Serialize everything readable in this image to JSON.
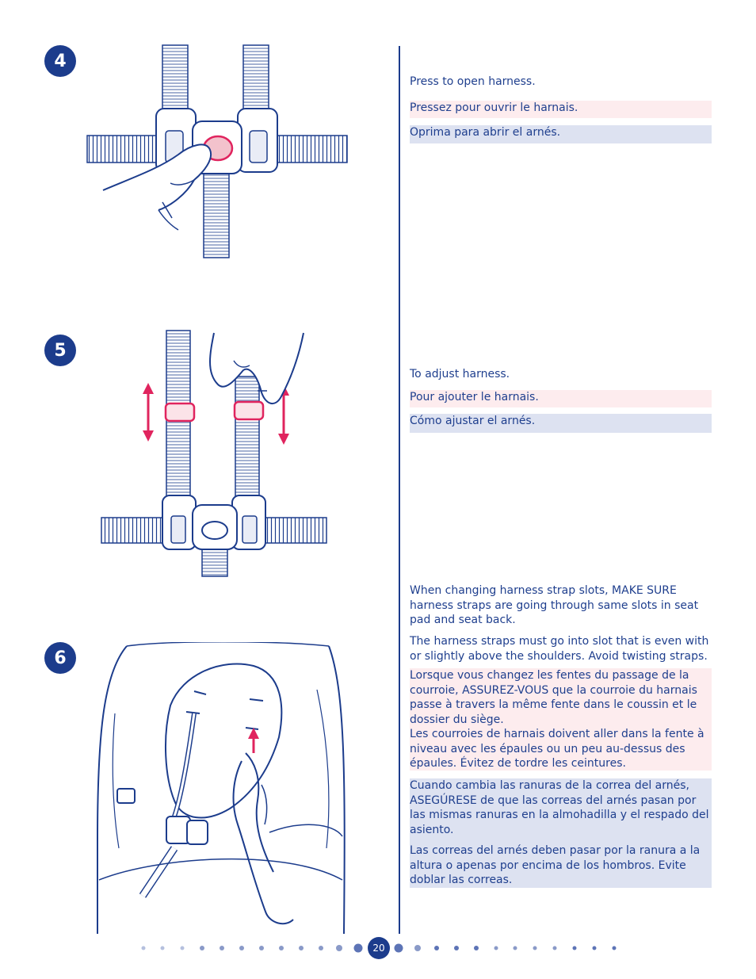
{
  "steps": [
    {
      "number": "4",
      "en": "Press to open harness.",
      "fr": "Pressez pour ouvrir le harnais.",
      "es": "Oprima para abrir el arnés."
    },
    {
      "number": "5",
      "en": "To adjust harness.",
      "fr": "Pour ajouter le harnais.",
      "es": "Cómo ajustar el arnés."
    },
    {
      "number": "6",
      "en_1": "When changing harness strap slots, MAKE SURE harness straps are going through same slots in seat pad and seat back.",
      "en_2": "The harness straps must go into slot that is even with or slightly above the shoulders. Avoid twisting straps.",
      "fr_1": "Lorsque vous changez les fentes du passage de la courroie, ASSUREZ-VOUS que la courroie du harnais passe à travers la même fente dans le coussin et le dossier du siège.",
      "fr_2": "Les courroies de harnais doivent aller dans la fente à niveau avec les épaules ou un peu au-dessus des épaules. Évitez de tordre les ceintures.",
      "es_1": "Cuando cambia las ranuras de la correa del arnés, ASEGÚRESE de que las correas del arnés pasan por las mismas ranuras en la almohadilla y el respado del asiento.",
      "es_2": "Las correas del arnés deben pasar por la ranura a la altura o apenas por encima de los hombros. Evite doblar las correas."
    }
  ],
  "page_number": "20",
  "colors": {
    "navy": "#1c3c8c",
    "french_band": "#fdecee",
    "spanish_band": "#dde2f1",
    "accent_red": "#e0245e"
  }
}
